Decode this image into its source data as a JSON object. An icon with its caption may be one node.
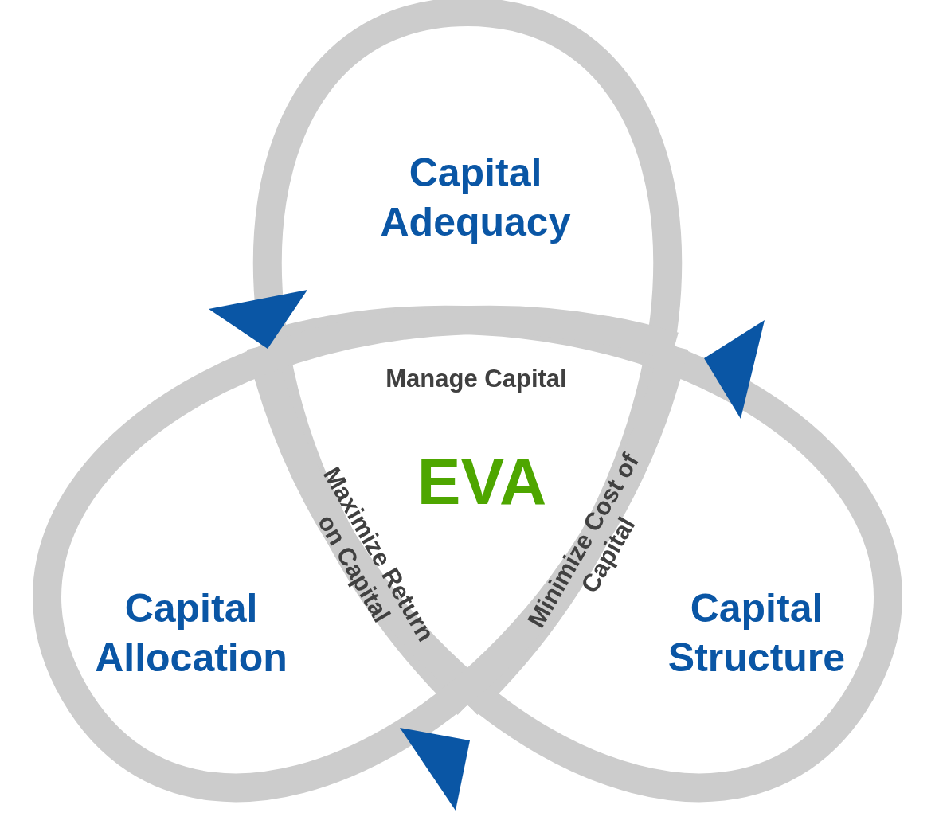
{
  "diagram": {
    "nodes": [
      {
        "text": [
          "Capital Adequacy"
        ]
      },
      {
        "text": [
          "Capital Allocation"
        ]
      },
      {
        "text": [
          "Capital Structure"
        ]
      }
    ],
    "labels": [
      "Manage Capital",
      "EVA",
      "Maximize Return on Capital",
      "Minimize Cost of Capital"
    ]
  }
}
